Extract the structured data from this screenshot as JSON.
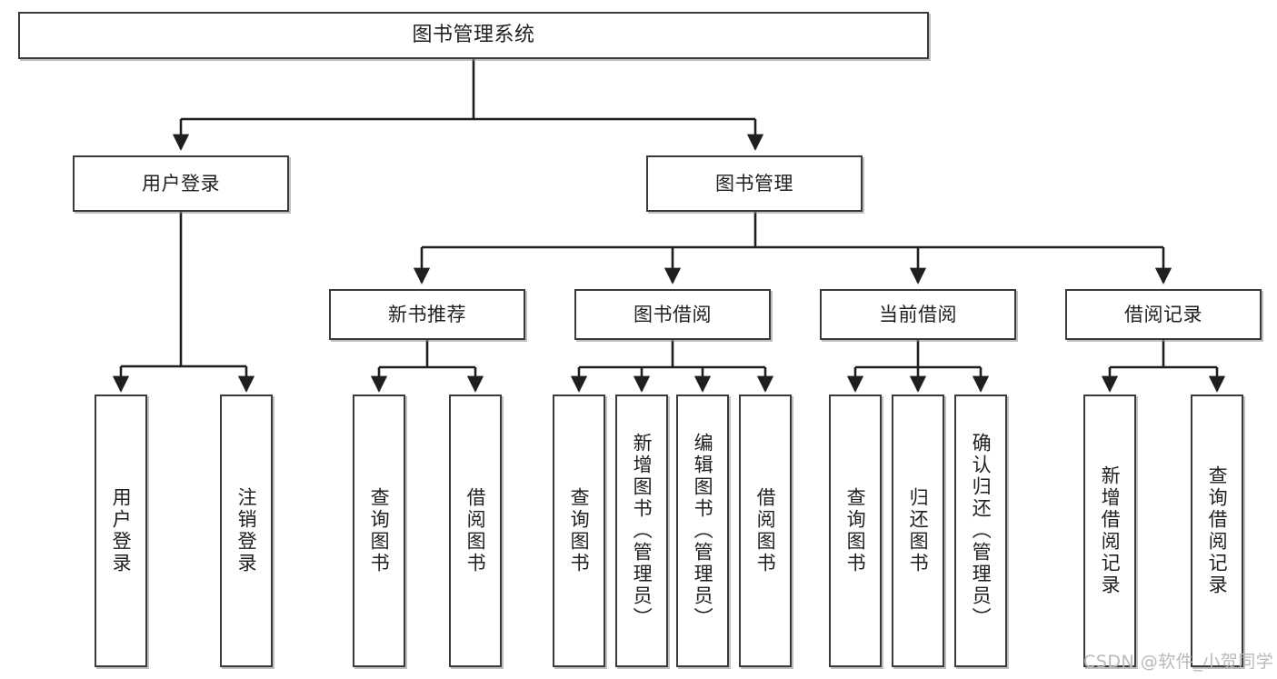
{
  "diagram": {
    "type": "tree-hierarchy",
    "title": "图书管理系统",
    "watermark": "CSDN @软件_小贺同学",
    "colors": {
      "background": "#ffffff",
      "box_border": "#3a3a3a",
      "box_fill": "#ffffff",
      "connector": "#1f1f1f",
      "text": "#1f1f1f",
      "watermark": "#b9b9b9"
    },
    "levels": {
      "root": {
        "label": "图书管理系统"
      },
      "level2": [
        {
          "label": "用户登录"
        },
        {
          "label": "图书管理"
        }
      ],
      "level3": [
        {
          "label": "新书推荐"
        },
        {
          "label": "图书借阅"
        },
        {
          "label": "当前借阅"
        },
        {
          "label": "借阅记录"
        }
      ],
      "leaves": {
        "user_login": [
          {
            "label": "用户登录"
          },
          {
            "label": "注销登录"
          }
        ],
        "new_book_recommend": [
          {
            "label": "查询图书"
          },
          {
            "label": "借阅图书"
          }
        ],
        "book_borrow": [
          {
            "label": "查询图书"
          },
          {
            "label": "新增图书（管理员）"
          },
          {
            "label": "编辑图书（管理员）"
          },
          {
            "label": "借阅图书"
          }
        ],
        "current_borrow": [
          {
            "label": "查询图书"
          },
          {
            "label": "归还图书"
          },
          {
            "label": "确认归还（管理员）"
          }
        ],
        "borrow_record": [
          {
            "label": "新增借阅记录"
          },
          {
            "label": "查询借阅记录"
          }
        ]
      }
    }
  }
}
